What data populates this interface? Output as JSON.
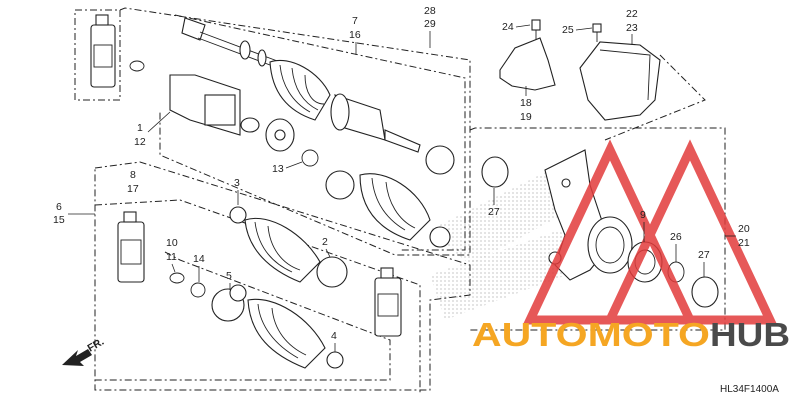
{
  "diagram": {
    "code": "HL34F1400A",
    "direction_label": "FR.",
    "watermark": {
      "text_left": "AUTOMOTO",
      "text_right": "HUB",
      "color_left": "#f5a623",
      "color_right": "#4a4a4a",
      "triangle_color": "#e23b3b"
    },
    "callouts": [
      {
        "id": "c7",
        "text": "7"
      },
      {
        "id": "c16",
        "text": "16"
      },
      {
        "id": "c28",
        "text": "28"
      },
      {
        "id": "c29",
        "text": "29"
      },
      {
        "id": "c1",
        "text": "1"
      },
      {
        "id": "c12",
        "text": "12"
      },
      {
        "id": "c13",
        "text": "13"
      },
      {
        "id": "c24",
        "text": "24"
      },
      {
        "id": "c25",
        "text": "25"
      },
      {
        "id": "c22",
        "text": "22"
      },
      {
        "id": "c23",
        "text": "23"
      },
      {
        "id": "c18",
        "text": "18"
      },
      {
        "id": "c19",
        "text": "19"
      },
      {
        "id": "c8",
        "text": "8"
      },
      {
        "id": "c17",
        "text": "17"
      },
      {
        "id": "c6",
        "text": "6"
      },
      {
        "id": "c15",
        "text": "15"
      },
      {
        "id": "c3",
        "text": "3"
      },
      {
        "id": "c10",
        "text": "10"
      },
      {
        "id": "c11",
        "text": "11"
      },
      {
        "id": "c14",
        "text": "14"
      },
      {
        "id": "c2",
        "text": "2"
      },
      {
        "id": "c5",
        "text": "5"
      },
      {
        "id": "c4",
        "text": "4"
      },
      {
        "id": "c27a",
        "text": "27"
      },
      {
        "id": "c9",
        "text": "9"
      },
      {
        "id": "c26",
        "text": "26"
      },
      {
        "id": "c27b",
        "text": "27"
      },
      {
        "id": "c20",
        "text": "20"
      },
      {
        "id": "c21",
        "text": "21"
      }
    ]
  }
}
